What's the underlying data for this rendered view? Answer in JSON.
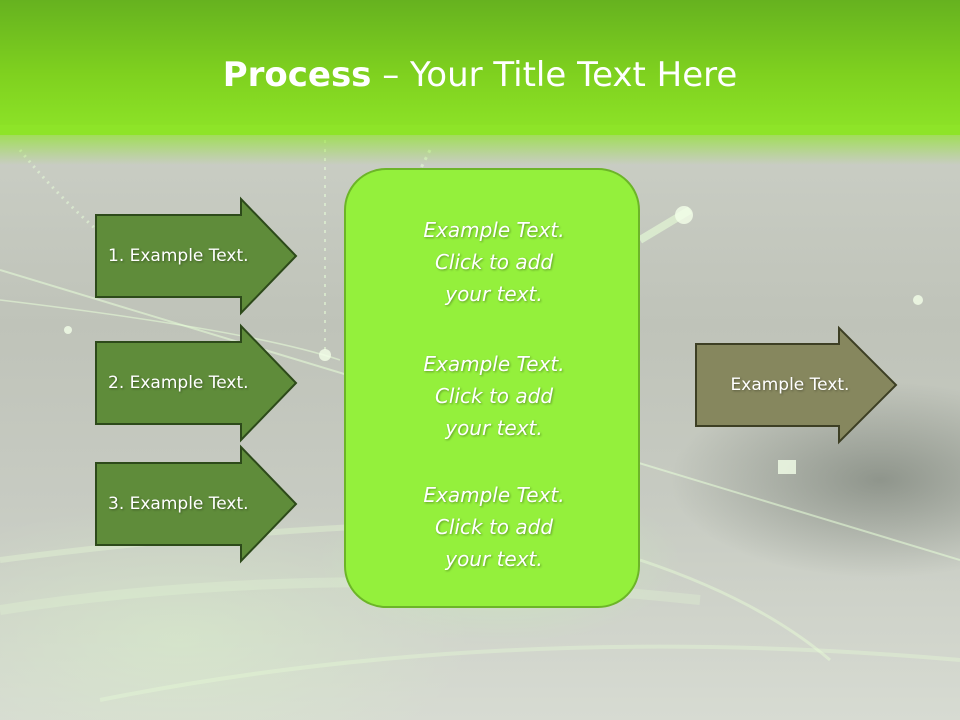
{
  "slide": {
    "title_bold": "Process",
    "title_rest": " – Your Title Text Here",
    "left_arrows": [
      {
        "label": "1. Example Text."
      },
      {
        "label": "2. Example Text."
      },
      {
        "label": "3. Example Text."
      }
    ],
    "center_items": [
      {
        "text": "Example Text.\nClick  to add\nyour text."
      },
      {
        "text": "Example Text.\nClick  to add\nyour text."
      },
      {
        "text": "Example Text.\nClick  to add\nyour text."
      }
    ],
    "right_arrow": {
      "label": "Example Text."
    }
  },
  "colors": {
    "header": "#7fd11f",
    "left_arrow_fill": "#5f8c3a",
    "left_arrow_border": "#2d4a1a",
    "center_box_fill": "#94f03c",
    "center_box_border": "#6cb528",
    "right_arrow_fill": "#86875e",
    "right_arrow_border": "#3d3f24"
  }
}
